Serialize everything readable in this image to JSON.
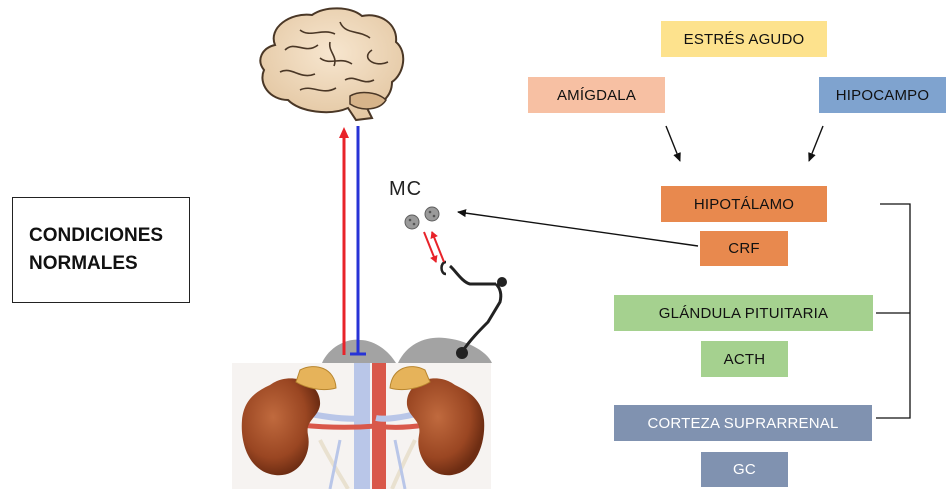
{
  "diagram": {
    "condition_label_line1": "CONDICIONES",
    "condition_label_line2": "NORMALES",
    "mc_label": "MC",
    "boxes": {
      "estres": "ESTRÉS AGUDO",
      "amigdala": "AMÍGDALA",
      "hipocampo": "HIPOCAMPO",
      "hipotalamo": "HIPOTÁLAMO",
      "crf": "CRF",
      "pituitaria": "GLÁNDULA PITUITARIA",
      "acth": "ACTH",
      "corteza": "CORTEZA SUPRARRENAL",
      "gc": "GC"
    },
    "colors": {
      "estres": "#fde28d",
      "amigdala": "#f7c0a3",
      "hipocampo": "#7fa3cf",
      "hipotalamo": "#e8894e",
      "pituitaria": "#a5d18f",
      "corteza": "#8092b0",
      "afferent_arrow": "#e8232a",
      "efferent_arrow": "#2733d6"
    },
    "icons": [
      "brain-icon",
      "kidneys-icon",
      "mast-cell-icon",
      "nerve-ending-icon"
    ]
  }
}
